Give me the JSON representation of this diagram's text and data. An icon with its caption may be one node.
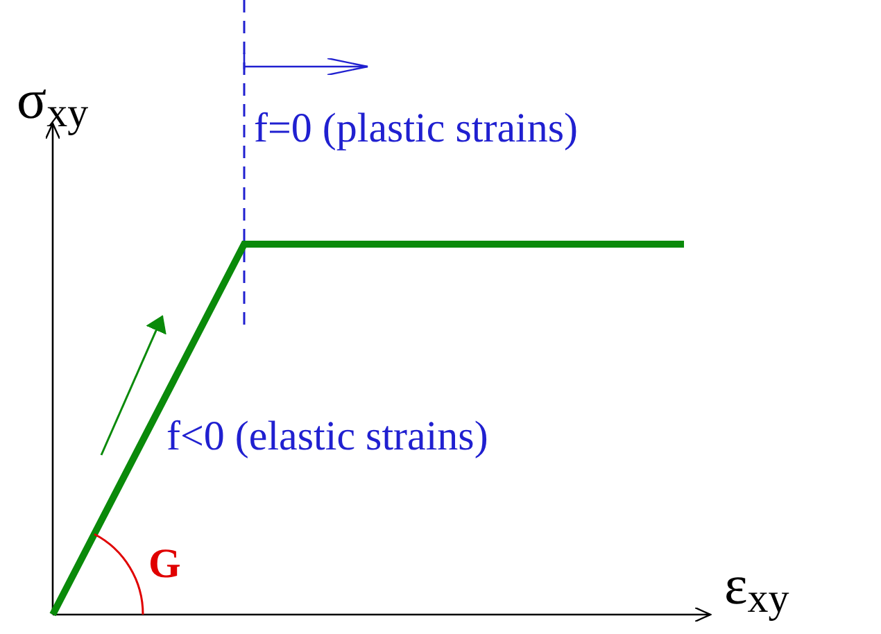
{
  "diagram": {
    "labels": [
      "σ$_{xy}$",
      "f=0 (plastic strains)",
      "f<0 (elastic strains)",
      "G",
      "ε$_{xy}$"
    ]
  }
}
